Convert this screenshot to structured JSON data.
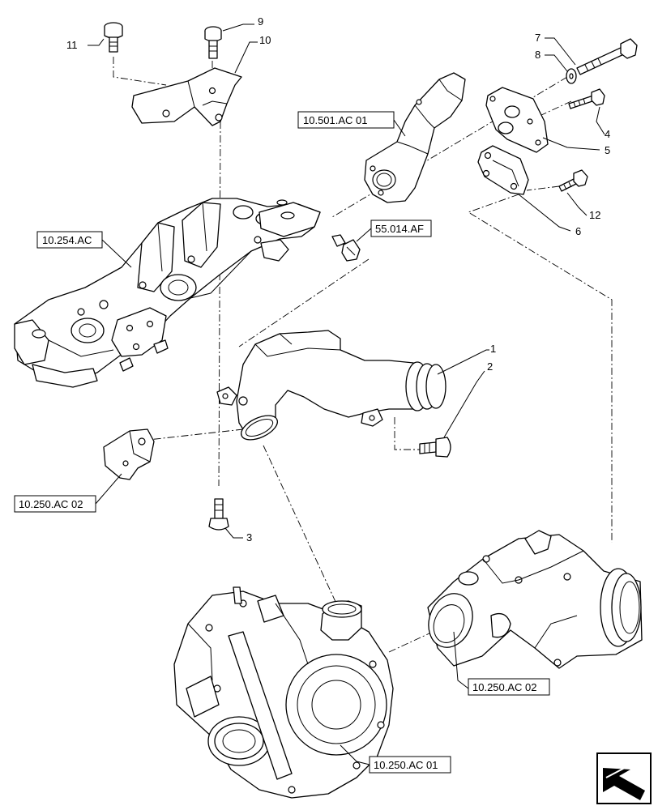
{
  "callouts": {
    "c1": "1",
    "c2": "2",
    "c3": "3",
    "c4": "4",
    "c5": "5",
    "c6": "6",
    "c7": "7",
    "c8": "8",
    "c9": "9",
    "c10": "10",
    "c11": "11",
    "c12": "12"
  },
  "references": {
    "exhaust_manifold": "10.501.AC 01",
    "engine_block": "10.254.AC",
    "sensor": "55.014.AF",
    "bracket_left": "10.250.AC 02",
    "intake_elbow": "10.250.AC 02",
    "turbocharger": "10.250.AC 01"
  },
  "icons": [
    "navigation-arrow-icon"
  ]
}
